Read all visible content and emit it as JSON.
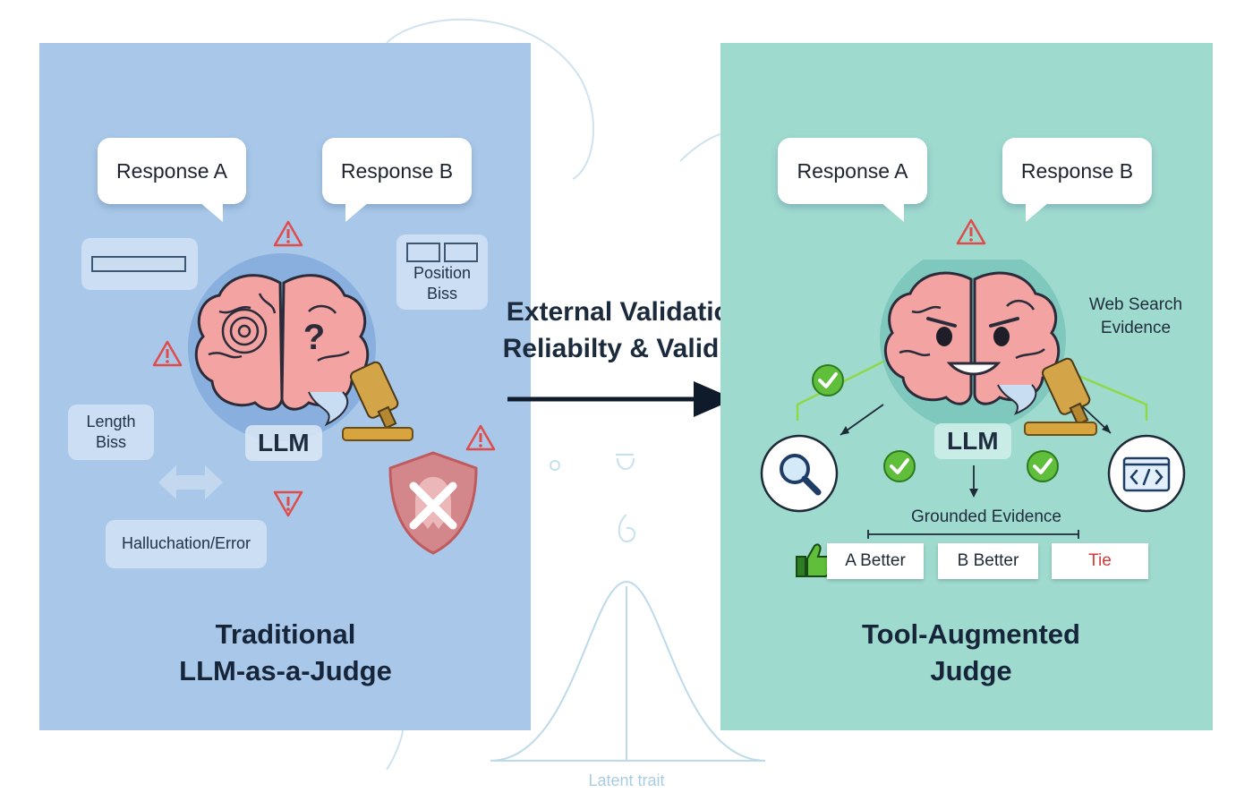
{
  "center": {
    "line1": "External Validation",
    "line2": "Reliabilty & Validity",
    "latent": "Latent trait"
  },
  "left": {
    "response_a": "Response A",
    "response_b": "Response B",
    "position_bias": "Position Biss",
    "length_bias": "Length Biss",
    "hallucination": "Halluchation/Error",
    "llm": "LLM",
    "title_line1": "Traditional",
    "title_line2": "LLM-as-a-Judge",
    "brain_mark": "?"
  },
  "right": {
    "response_a": "Response A",
    "response_b": "Response B",
    "web_search": "Web Search Evidence",
    "llm": "LLM",
    "grounded": "Grounded Evidence",
    "verdicts": {
      "a": "A Better",
      "b": "B Better",
      "tie": "Tie"
    },
    "title_line1": "Tool-Augmented",
    "title_line2": "Judge"
  },
  "colors": {
    "left_panel": "#a9c8e9",
    "right_panel": "#9fdacf",
    "warning": "#e04b4b",
    "check": "#5fbe3a",
    "tie_text": "#d43a3a"
  }
}
